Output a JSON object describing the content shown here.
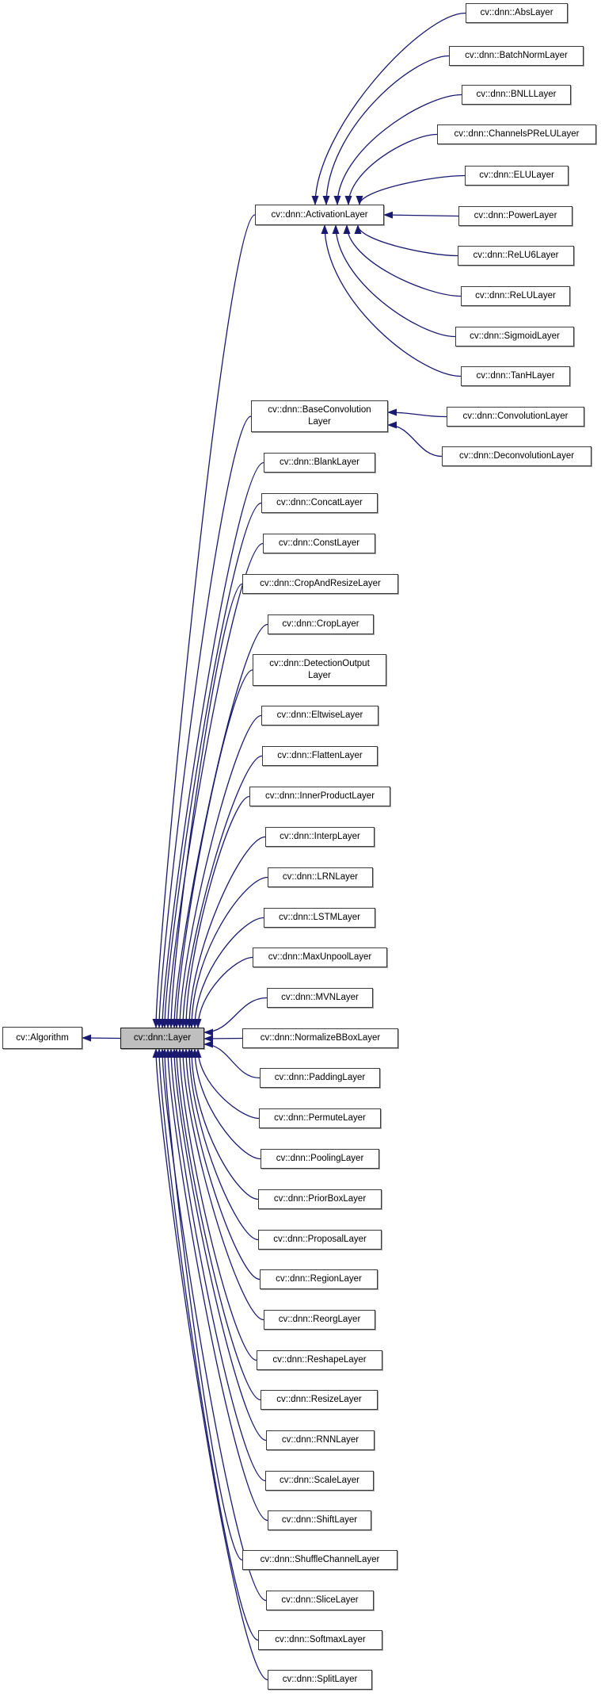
{
  "diagram": {
    "type": "inheritance-graph",
    "root": "cv::dnn::Layer",
    "colors": {
      "edge": "#191970",
      "node_fill": "#ffffff",
      "selected_fill": "#bfbfbf",
      "border": "#3a3a3a",
      "text": "#000000"
    },
    "nodes": [
      {
        "id": "algorithm",
        "label": "cv::Algorithm",
        "selected": false
      },
      {
        "id": "layer",
        "label": "cv::dnn::Layer",
        "selected": true
      },
      {
        "id": "activation",
        "label": "cv::dnn::ActivationLayer",
        "selected": false
      },
      {
        "id": "abs",
        "label": "cv::dnn::AbsLayer",
        "selected": false
      },
      {
        "id": "batchnorm",
        "label": "cv::dnn::BatchNormLayer",
        "selected": false
      },
      {
        "id": "bnll",
        "label": "cv::dnn::BNLLLayer",
        "selected": false
      },
      {
        "id": "channelsprelu",
        "label": "cv::dnn::ChannelsPReLULayer",
        "selected": false
      },
      {
        "id": "elu",
        "label": "cv::dnn::ELULayer",
        "selected": false
      },
      {
        "id": "power",
        "label": "cv::dnn::PowerLayer",
        "selected": false
      },
      {
        "id": "relu6",
        "label": "cv::dnn::ReLU6Layer",
        "selected": false
      },
      {
        "id": "relu",
        "label": "cv::dnn::ReLULayer",
        "selected": false
      },
      {
        "id": "sigmoid",
        "label": "cv::dnn::SigmoidLayer",
        "selected": false
      },
      {
        "id": "tanh",
        "label": "cv::dnn::TanHLayer",
        "selected": false
      },
      {
        "id": "baseconv",
        "label": "cv::dnn::BaseConvolution\nLayer",
        "selected": false
      },
      {
        "id": "convolution",
        "label": "cv::dnn::ConvolutionLayer",
        "selected": false
      },
      {
        "id": "deconvolution",
        "label": "cv::dnn::DeconvolutionLayer",
        "selected": false
      },
      {
        "id": "blank",
        "label": "cv::dnn::BlankLayer",
        "selected": false
      },
      {
        "id": "concat",
        "label": "cv::dnn::ConcatLayer",
        "selected": false
      },
      {
        "id": "const",
        "label": "cv::dnn::ConstLayer",
        "selected": false
      },
      {
        "id": "cropandresize",
        "label": "cv::dnn::CropAndResizeLayer",
        "selected": false
      },
      {
        "id": "crop",
        "label": "cv::dnn::CropLayer",
        "selected": false
      },
      {
        "id": "detectionoutput",
        "label": "cv::dnn::DetectionOutput\nLayer",
        "selected": false
      },
      {
        "id": "eltwise",
        "label": "cv::dnn::EltwiseLayer",
        "selected": false
      },
      {
        "id": "flatten",
        "label": "cv::dnn::FlattenLayer",
        "selected": false
      },
      {
        "id": "innerproduct",
        "label": "cv::dnn::InnerProductLayer",
        "selected": false
      },
      {
        "id": "interp",
        "label": "cv::dnn::InterpLayer",
        "selected": false
      },
      {
        "id": "lrn",
        "label": "cv::dnn::LRNLayer",
        "selected": false
      },
      {
        "id": "lstm",
        "label": "cv::dnn::LSTMLayer",
        "selected": false
      },
      {
        "id": "maxunpool",
        "label": "cv::dnn::MaxUnpoolLayer",
        "selected": false
      },
      {
        "id": "mvn",
        "label": "cv::dnn::MVNLayer",
        "selected": false
      },
      {
        "id": "normalizebbox",
        "label": "cv::dnn::NormalizeBBoxLayer",
        "selected": false
      },
      {
        "id": "padding",
        "label": "cv::dnn::PaddingLayer",
        "selected": false
      },
      {
        "id": "permute",
        "label": "cv::dnn::PermuteLayer",
        "selected": false
      },
      {
        "id": "pooling",
        "label": "cv::dnn::PoolingLayer",
        "selected": false
      },
      {
        "id": "priorbox",
        "label": "cv::dnn::PriorBoxLayer",
        "selected": false
      },
      {
        "id": "proposal",
        "label": "cv::dnn::ProposalLayer",
        "selected": false
      },
      {
        "id": "region",
        "label": "cv::dnn::RegionLayer",
        "selected": false
      },
      {
        "id": "reorg",
        "label": "cv::dnn::ReorgLayer",
        "selected": false
      },
      {
        "id": "reshape",
        "label": "cv::dnn::ReshapeLayer",
        "selected": false
      },
      {
        "id": "resize",
        "label": "cv::dnn::ResizeLayer",
        "selected": false
      },
      {
        "id": "rnn",
        "label": "cv::dnn::RNNLayer",
        "selected": false
      },
      {
        "id": "scale",
        "label": "cv::dnn::ScaleLayer",
        "selected": false
      },
      {
        "id": "shift",
        "label": "cv::dnn::ShiftLayer",
        "selected": false
      },
      {
        "id": "shufflechannel",
        "label": "cv::dnn::ShuffleChannelLayer",
        "selected": false
      },
      {
        "id": "slice",
        "label": "cv::dnn::SliceLayer",
        "selected": false
      },
      {
        "id": "softmax",
        "label": "cv::dnn::SoftmaxLayer",
        "selected": false
      },
      {
        "id": "split",
        "label": "cv::dnn::SplitLayer",
        "selected": false
      }
    ],
    "edges": [
      {
        "from": "layer",
        "to": "algorithm"
      },
      {
        "from": "activation",
        "to": "layer"
      },
      {
        "from": "baseconv",
        "to": "layer"
      },
      {
        "from": "blank",
        "to": "layer"
      },
      {
        "from": "concat",
        "to": "layer"
      },
      {
        "from": "const",
        "to": "layer"
      },
      {
        "from": "cropandresize",
        "to": "layer"
      },
      {
        "from": "crop",
        "to": "layer"
      },
      {
        "from": "detectionoutput",
        "to": "layer"
      },
      {
        "from": "eltwise",
        "to": "layer"
      },
      {
        "from": "flatten",
        "to": "layer"
      },
      {
        "from": "innerproduct",
        "to": "layer"
      },
      {
        "from": "interp",
        "to": "layer"
      },
      {
        "from": "lrn",
        "to": "layer"
      },
      {
        "from": "lstm",
        "to": "layer"
      },
      {
        "from": "maxunpool",
        "to": "layer"
      },
      {
        "from": "mvn",
        "to": "layer"
      },
      {
        "from": "normalizebbox",
        "to": "layer"
      },
      {
        "from": "padding",
        "to": "layer"
      },
      {
        "from": "permute",
        "to": "layer"
      },
      {
        "from": "pooling",
        "to": "layer"
      },
      {
        "from": "priorbox",
        "to": "layer"
      },
      {
        "from": "proposal",
        "to": "layer"
      },
      {
        "from": "region",
        "to": "layer"
      },
      {
        "from": "reorg",
        "to": "layer"
      },
      {
        "from": "reshape",
        "to": "layer"
      },
      {
        "from": "resize",
        "to": "layer"
      },
      {
        "from": "rnn",
        "to": "layer"
      },
      {
        "from": "scale",
        "to": "layer"
      },
      {
        "from": "shift",
        "to": "layer"
      },
      {
        "from": "shufflechannel",
        "to": "layer"
      },
      {
        "from": "slice",
        "to": "layer"
      },
      {
        "from": "softmax",
        "to": "layer"
      },
      {
        "from": "split",
        "to": "layer"
      },
      {
        "from": "abs",
        "to": "activation"
      },
      {
        "from": "batchnorm",
        "to": "activation"
      },
      {
        "from": "bnll",
        "to": "activation"
      },
      {
        "from": "channelsprelu",
        "to": "activation"
      },
      {
        "from": "elu",
        "to": "activation"
      },
      {
        "from": "power",
        "to": "activation"
      },
      {
        "from": "relu6",
        "to": "activation"
      },
      {
        "from": "relu",
        "to": "activation"
      },
      {
        "from": "sigmoid",
        "to": "activation"
      },
      {
        "from": "tanh",
        "to": "activation"
      },
      {
        "from": "convolution",
        "to": "baseconv"
      },
      {
        "from": "deconvolution",
        "to": "baseconv"
      }
    ]
  }
}
